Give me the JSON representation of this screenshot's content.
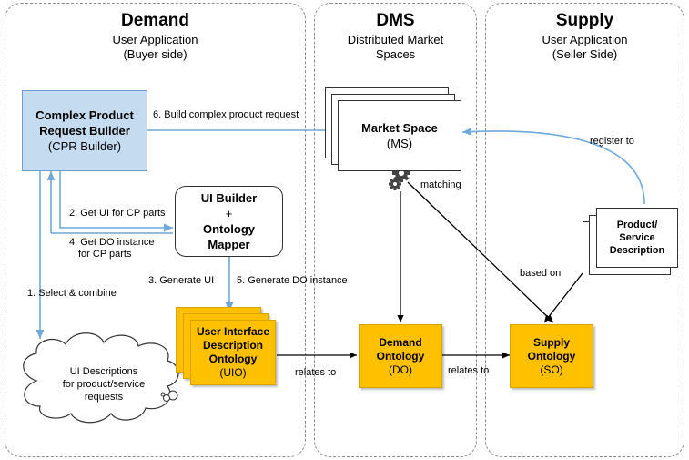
{
  "regions": {
    "demand": {
      "title": "Demand",
      "subtitle_1": "User Application",
      "subtitle_2": "(Buyer side)"
    },
    "dms": {
      "title": "DMS",
      "subtitle_1": "Distributed Market",
      "subtitle_2": "Spaces"
    },
    "supply": {
      "title": "Supply",
      "subtitle_1": "User Application",
      "subtitle_2": "(Seller Side)"
    }
  },
  "nodes": {
    "cpr_builder": {
      "line1": "Complex Product",
      "line2": "Request Builder",
      "line3": "(CPR Builder)"
    },
    "ui_builder": {
      "line1": "UI Builder",
      "line2": "+",
      "line3": "Ontology",
      "line4": "Mapper"
    },
    "market_space": {
      "line1": "Market Space",
      "line2": "(MS)"
    },
    "product_desc": {
      "line1": "Product/",
      "line2": "Service",
      "line3": "Description"
    },
    "uio": {
      "line1": "User Interface",
      "line2": "Description",
      "line3": "Ontology",
      "line4": "(UIO)"
    },
    "do": {
      "line1": "Demand",
      "line2": "Ontology",
      "line3": "(DO)"
    },
    "so": {
      "line1": "Supply",
      "line2": "Ontology",
      "line3": "(SO)"
    },
    "cloud": {
      "line1": "UI Descriptions",
      "line2": "for product/service",
      "line3": "requests"
    }
  },
  "edges": {
    "build_request": "6. Build complex product request",
    "get_ui": "2. Get UI for CP parts",
    "get_do_1": "4. Get DO instance",
    "get_do_2": "for CP parts",
    "select_combine": "1. Select & combine",
    "generate_ui": "3. Generate UI",
    "generate_do": "5. Generate DO instance",
    "matching": "matching",
    "register_to": "register to",
    "based_on": "based on",
    "relates_to_1": "relates to",
    "relates_to_2": "relates to"
  },
  "colors": {
    "blue_arrow": "#6fa8dc",
    "ontology_note": "#ffc000",
    "cpr_fill": "#c5dcf0"
  }
}
